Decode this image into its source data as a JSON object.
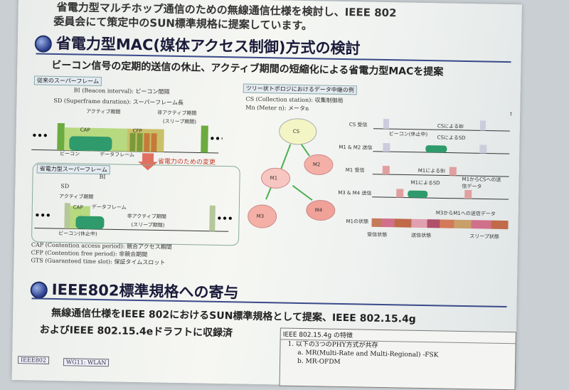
{
  "intro": {
    "line1": "省電力型マルチホップ通信のための無線通信仕様を検討し、IEEE 802",
    "line2": "委員会にて策定中のSUN標準規格に提案しています。"
  },
  "section1": {
    "heading": "省電力型MAC(媒体アクセス制御)方式の検討",
    "lead": "ビーコン信号の定期的送信の休止、アクティブ期間の短縮化による省電力型MACを提案",
    "superframe_normal": {
      "label": "従来のスーパーフレーム",
      "bi": "BI (Beacon interval): ビーコン間隔",
      "sd": "SD (Superframe duration): スーパーフレーム長",
      "active": "アクティブ期間",
      "inactive": "非アクティブ期間",
      "sleep": "(スリープ期間)",
      "cap": "CAP",
      "cfp": "CFP",
      "beacon": "ビーコン",
      "dataframe": "データフレーム"
    },
    "change_arrow": "省電力のための変更",
    "superframe_power": {
      "label": "省電力型スーパーフレーム",
      "bi": "BI",
      "sd": "SD",
      "active": "アクティブ期間",
      "cap": "CAP",
      "dataframe": "データフレーム",
      "inactive": "非アクティブ期間",
      "sleep": "(スリープ期間)",
      "beacon_pause": "ビーコン(休止中)"
    },
    "legend": {
      "cap": "CAP (Contention access period): 競合アクセス期間",
      "cfp": "CFP (Contention free period): 非競合期間",
      "gts": "GTS (Guaranteed time slot): 保証タイムスロット"
    },
    "topology": {
      "label": "ツリー状トポロジにおけるデータ中継の例",
      "cs_desc": "CS (Collection station): 収集制御局",
      "mn_desc": "Mn (Meter n): メータn",
      "nodes": [
        "CS",
        "M1",
        "M2",
        "M3",
        "M4"
      ]
    },
    "timing": {
      "rows": [
        "CS 受信",
        "M1 & M2 送信",
        "M1 受信",
        "M3 & M4 送信",
        "M1の状態"
      ],
      "beacon_pause": "ビーコン(休止中)",
      "cs_bi": "CSによるBI",
      "cs_sd": "CSによるSD",
      "m1_bi": "M1によるBI",
      "m1_sd": "M1によるSD",
      "m1_to_cs": "M1からCSへの送信データ",
      "m3_to_m1": "M3からM1への送信データ",
      "t": "t",
      "states": [
        "受信状態",
        "送信状態",
        "スリープ状態"
      ]
    }
  },
  "section2": {
    "heading": "IEEE802標準規格への寄与",
    "body1": "無線通信仕様をIEEE 802におけるSUN標準規格として提案、IEEE 802.15.4g",
    "body2": "およびIEEE 802.15.4eドラフトに収録済",
    "tree_root": "IEEE802",
    "tree_child": "WG11: WLAN",
    "features": {
      "title": "IEEE 802.15.4g の特徴",
      "item1": "1.  以下の3つのPHY方式が共存",
      "item1a": "a.   MR(Multi-Rate and Multi-Regional) -FSK",
      "item1b": "b.   MR-OFDM"
    }
  }
}
